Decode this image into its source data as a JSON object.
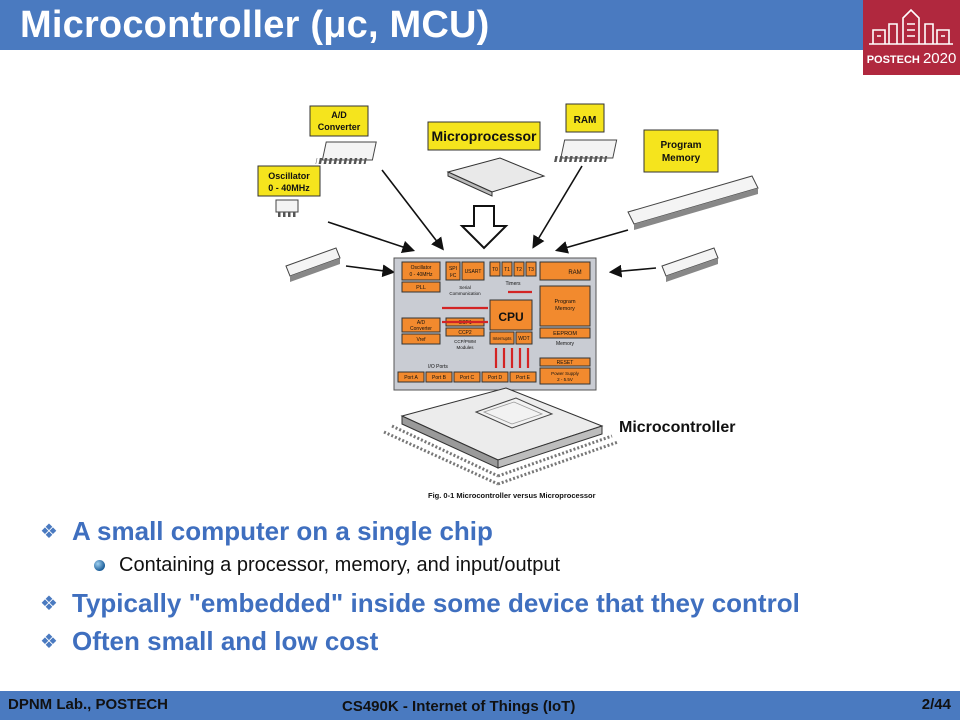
{
  "slide": {
    "title": "Microcontroller (μc, MCU)"
  },
  "logo": {
    "name": "POSTECH",
    "year": "2020"
  },
  "figure": {
    "labels": {
      "ad_converter": "A/D Converter",
      "microprocessor": "Microprocessor",
      "ram": "RAM",
      "program_memory": "Program Memory",
      "oscillator": "Oscillator 0 - 40MHz",
      "microcontroller": "Microcontroller"
    },
    "blocks": {
      "oscillator": "Oscillator 0 - 40MHz",
      "pll": "PLL",
      "spi": "SPI I²C",
      "usart": "USART",
      "serial_comm": "Serial Communication",
      "t0": "T0",
      "t1": "T1",
      "t2": "T2",
      "t3": "T3",
      "timers": "Timers",
      "ram": "RAM",
      "ad_converter": "A/D Converter",
      "vref": "Vref",
      "ccp1": "CCP1",
      "ccp2": "CCP2",
      "ccp_pwm": "CCP/PWM Modules",
      "cpu": "CPU",
      "interrupts": "Interrupts",
      "wdt": "WDT",
      "program_memory": "Program Memory",
      "eeprom": "EEPROM",
      "memory": "Memory",
      "reset": "RESET",
      "power_supply": "Power Supply 2 - 5.5V",
      "io_ports": "I/O Ports",
      "port_a": "Port A",
      "port_b": "Port B",
      "port_c": "Port C",
      "port_d": "Port D",
      "port_e": "Port E"
    },
    "caption": "Fig. 0-1 Microcontroller versus Microprocessor"
  },
  "bullets": [
    {
      "text": "A small computer on a single chip",
      "level": 1
    },
    {
      "text": "Containing a processor, memory, and input/output",
      "level": 2
    },
    {
      "text": "Typically \"embedded\" inside some device that they control",
      "level": 1
    },
    {
      "text": "Often small and low cost",
      "level": 1
    }
  ],
  "footer": {
    "left": "DPNM Lab., POSTECH",
    "center": "CS490K - Internet of Things (IoT)",
    "page": "2/44"
  },
  "colors": {
    "accent": "#4a7ac0",
    "logo_bg": "#b0283e",
    "block_orange": "#f28a2e",
    "label_yellow": "#f5e41d"
  }
}
